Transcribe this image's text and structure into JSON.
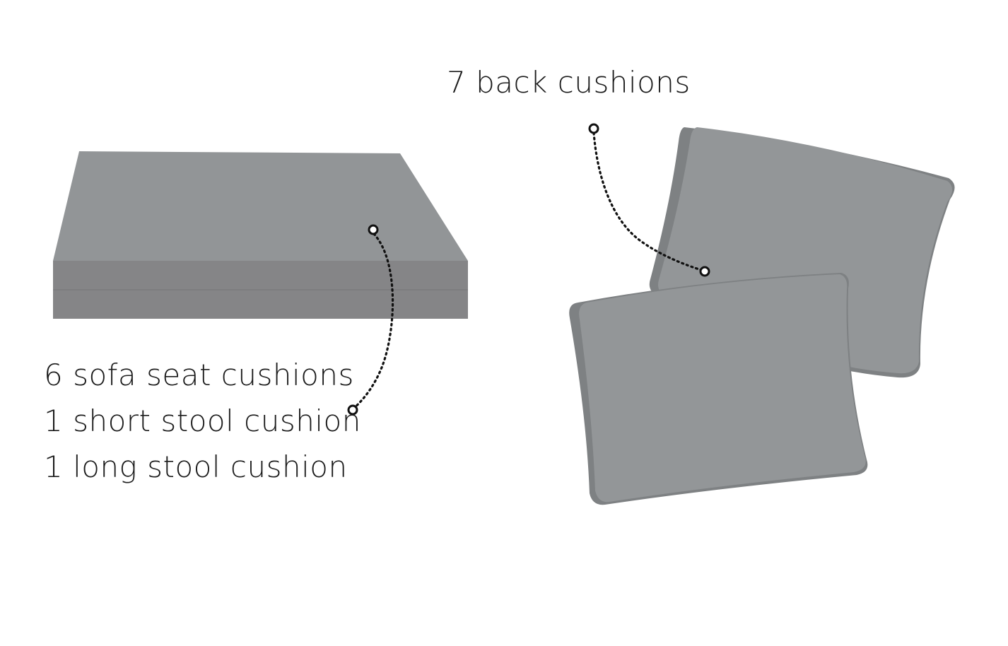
{
  "labels": {
    "back_cushions": "7 back cushions",
    "seat_items": [
      "6 sofa seat cushions",
      "1 short stool cushion",
      "1 long stool cushion"
    ]
  },
  "colors": {
    "background": "#ffffff",
    "cushion_top": "#929597",
    "cushion_front": "#858587",
    "pillow_fill": "#939698",
    "pillow_seam": "#7e8183",
    "text": "#1c1c1c",
    "leader_line": "#111111"
  }
}
